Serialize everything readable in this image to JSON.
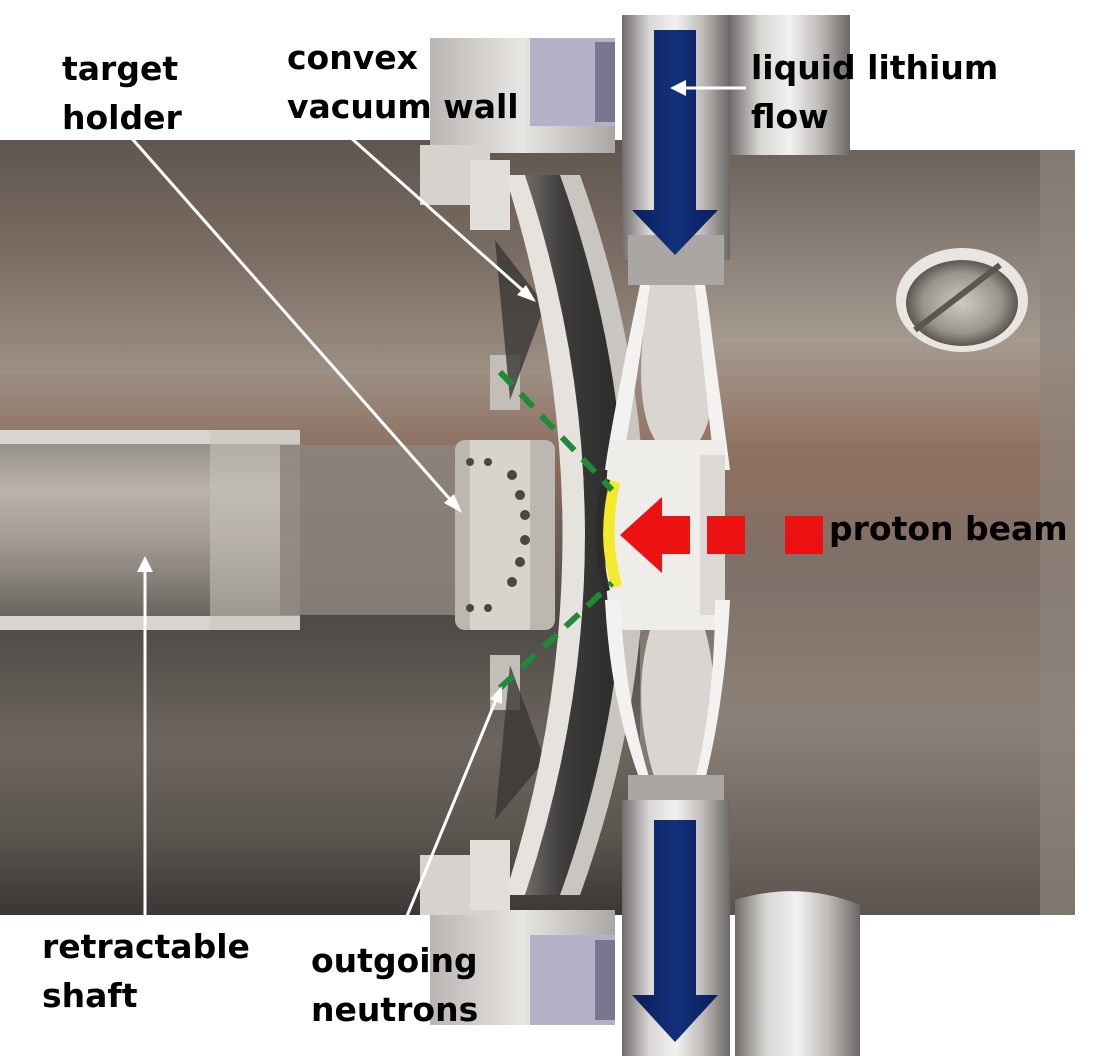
{
  "labels": {
    "target_holder": {
      "line1": "target",
      "line2": "holder"
    },
    "convex_vacuum_wall": {
      "line1": "convex",
      "line2": "vacuum wall"
    },
    "liquid_lithium_flow": {
      "line1": "liquid lithium",
      "line2": "flow"
    },
    "proton_beam": {
      "line1": "proton beam"
    },
    "retractable_shaft": {
      "line1": "retractable",
      "line2": "shaft"
    },
    "outgoing_neutrons": {
      "line1": "outgoing",
      "line2": "neutrons"
    }
  },
  "colors": {
    "flow_arrow": "#0a1f5c",
    "proton_beam": "#ee1111",
    "neutron_cone": "#1f8a3a",
    "lithium_target": "#f2ea2a",
    "pointer": "#ffffff"
  }
}
